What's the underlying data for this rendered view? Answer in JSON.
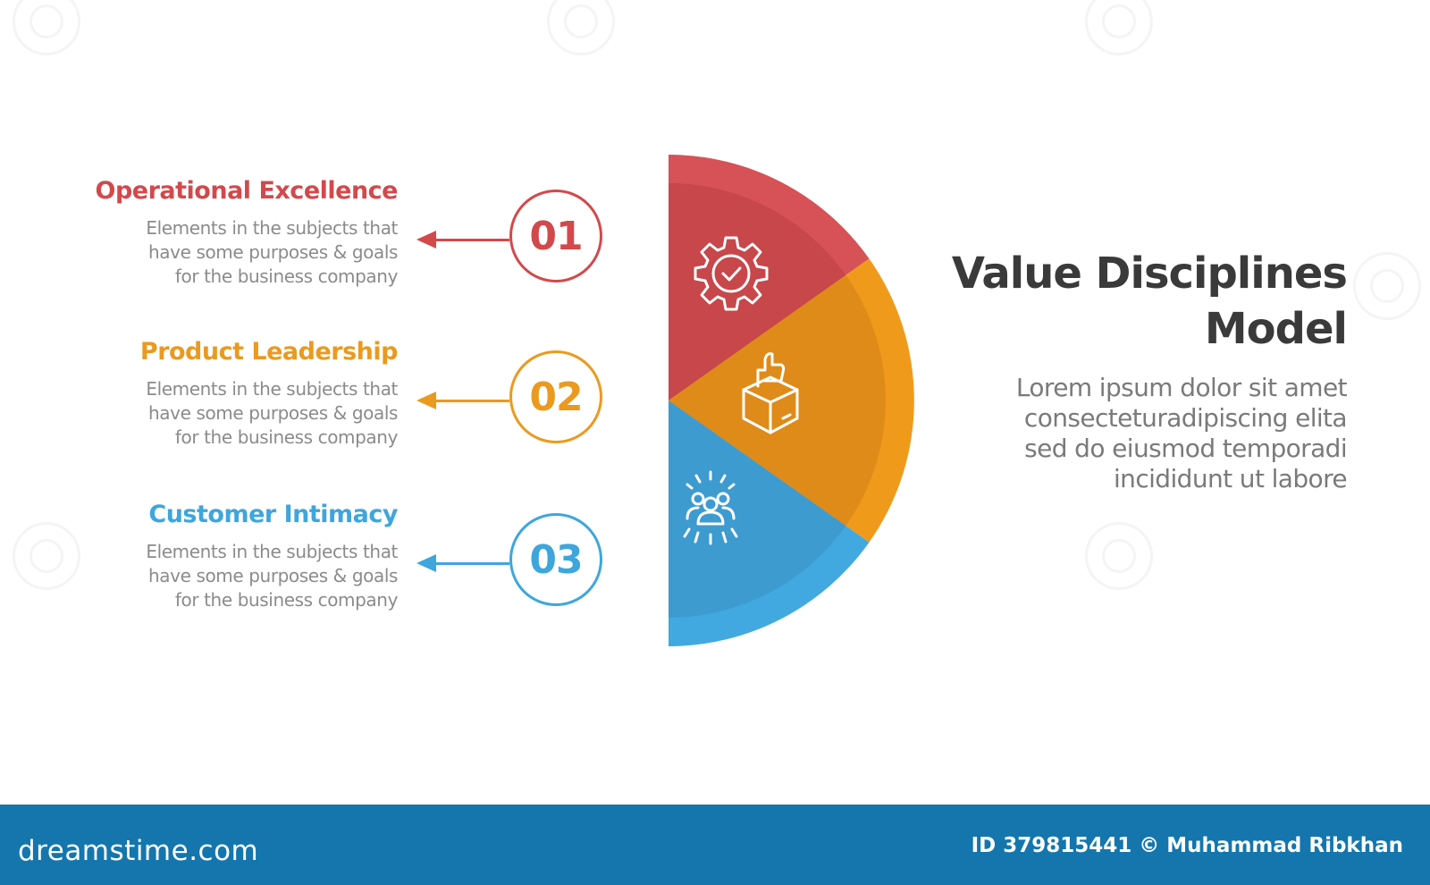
{
  "title": {
    "lines": [
      "Value Disciplines",
      "Model"
    ]
  },
  "description": {
    "lines": [
      "Lorem ipsum dolor sit amet",
      "consecteturadipiscing elita",
      "sed do eiusmod temporadi",
      "incididunt ut labore"
    ]
  },
  "items": [
    {
      "number": "01",
      "title": "Operational Excellence",
      "color": "#d2494c",
      "desc": [
        "Elements in the subjects that",
        "have  some purposes & goals",
        "for the  business company"
      ],
      "icon": "gear-check-icon"
    },
    {
      "number": "02",
      "title": "Product Leadership",
      "color": "#ea9a1f",
      "desc": [
        "Elements in the subjects that",
        "have  some purposes & goals",
        "for the  business company"
      ],
      "icon": "box-thumbs-up-icon"
    },
    {
      "number": "03",
      "title": "Customer Intimacy",
      "color": "#3ea6dc",
      "desc": [
        "Elements in the subjects that",
        "have  some purposes & goals",
        "for the  business company"
      ],
      "icon": "people-group-icon"
    }
  ],
  "footer": {
    "brand": "dreamstime.com",
    "credit": "ID 379815441 © Muhammad Ribkhan",
    "color": "#1476ad"
  }
}
